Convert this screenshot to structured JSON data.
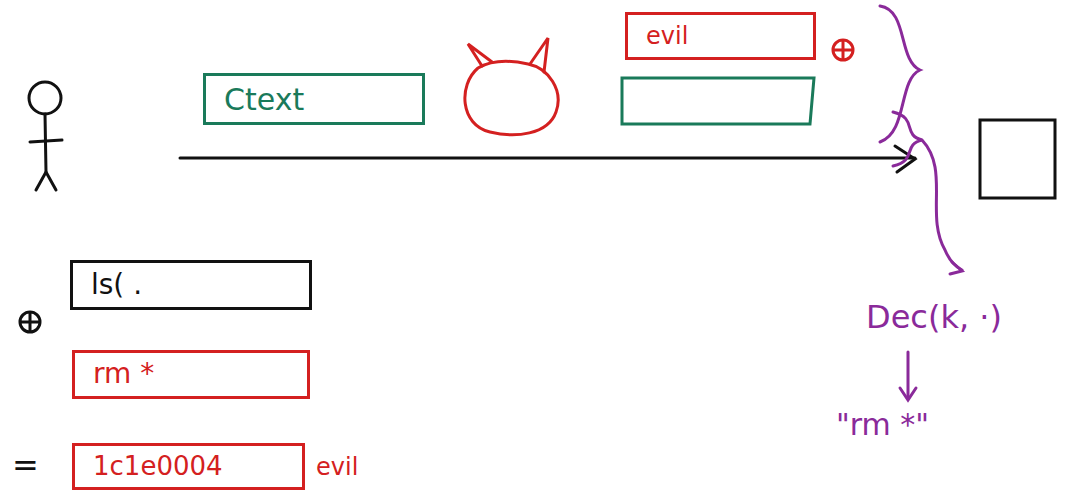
{
  "diagram": {
    "nodes": [
      {
        "text": [
          "Ctext"
        ]
      },
      {
        "text": [
          "evil"
        ]
      },
      {
        "text": [
          "ls( ."
        ]
      },
      {
        "text": [
          "rm *"
        ]
      },
      {
        "text": [
          "1c1e0004",
          "evil"
        ]
      }
    ],
    "labels": [
      "Dec(k, ·)",
      "\"rm *\"",
      "="
    ]
  }
}
